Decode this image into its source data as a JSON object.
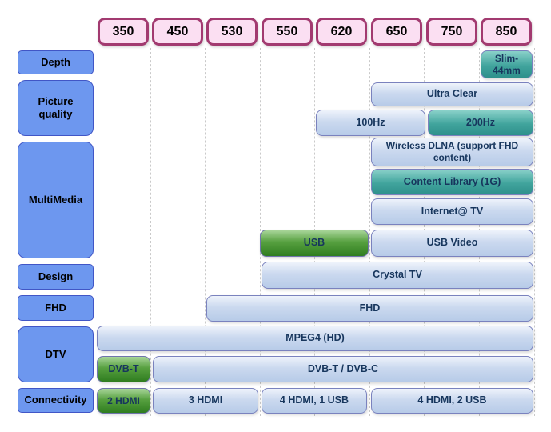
{
  "header": {
    "models": [
      "350",
      "450",
      "530",
      "550",
      "620",
      "650",
      "750",
      "850"
    ]
  },
  "colors": {
    "model_chip_fill": "#FBDFF2",
    "model_chip_border": "#A23A70",
    "category_fill": "#6D97EF",
    "category_border": "#4156C6",
    "bar_blue_top": "#EEF3FB",
    "bar_blue_bottom": "#B7CBE8",
    "bar_teal": "#2E908B",
    "bar_green": "#2F7D1F",
    "bar_border": "#7A82BE",
    "bar_text": "#17365D"
  },
  "rows": [
    {
      "category": "Depth",
      "bars": [
        {
          "label": "Slim-44mm",
          "from": "850",
          "to": "850",
          "color": "teal"
        }
      ]
    },
    {
      "category": "Picture quality",
      "bars": [
        {
          "label": "Ultra Clear",
          "from": "650",
          "to": "850",
          "color": "blue"
        },
        {
          "label": "100Hz",
          "from": "620",
          "to": "650",
          "color": "blue"
        },
        {
          "label": "200Hz",
          "from": "750",
          "to": "850",
          "color": "teal"
        }
      ]
    },
    {
      "category": "MultiMedia",
      "bars": [
        {
          "label": "Wireless DLNA (support FHD content)",
          "from": "650",
          "to": "850",
          "color": "blue"
        },
        {
          "label": "Content Library (1G)",
          "from": "650",
          "to": "850",
          "color": "teal"
        },
        {
          "label": "Internet@ TV",
          "from": "650",
          "to": "850",
          "color": "blue"
        },
        {
          "label": "USB",
          "from": "550",
          "to": "620",
          "color": "green"
        },
        {
          "label": "USB Video",
          "from": "650",
          "to": "850",
          "color": "blue"
        }
      ]
    },
    {
      "category": "Design",
      "bars": [
        {
          "label": "Crystal  TV",
          "from": "550",
          "to": "850",
          "color": "blue"
        }
      ]
    },
    {
      "category": "FHD",
      "bars": [
        {
          "label": "FHD",
          "from": "530",
          "to": "850",
          "color": "blue"
        }
      ]
    },
    {
      "category": "DTV",
      "bars": [
        {
          "label": "MPEG4 (HD)",
          "from": "350",
          "to": "850",
          "color": "blue"
        },
        {
          "label": "DVB-T",
          "from": "350",
          "to": "350",
          "color": "green"
        },
        {
          "label": "DVB-T / DVB-C",
          "from": "450",
          "to": "850",
          "color": "blue"
        }
      ]
    },
    {
      "category": "Connectivity",
      "bars": [
        {
          "label": "2 HDMI",
          "from": "350",
          "to": "350",
          "color": "green"
        },
        {
          "label": "3 HDMI",
          "from": "450",
          "to": "530",
          "color": "blue"
        },
        {
          "label": "4 HDMI, 1 USB",
          "from": "550",
          "to": "620",
          "color": "blue"
        },
        {
          "label": "4 HDMI, 2 USB",
          "from": "650",
          "to": "850",
          "color": "blue"
        }
      ]
    }
  ]
}
